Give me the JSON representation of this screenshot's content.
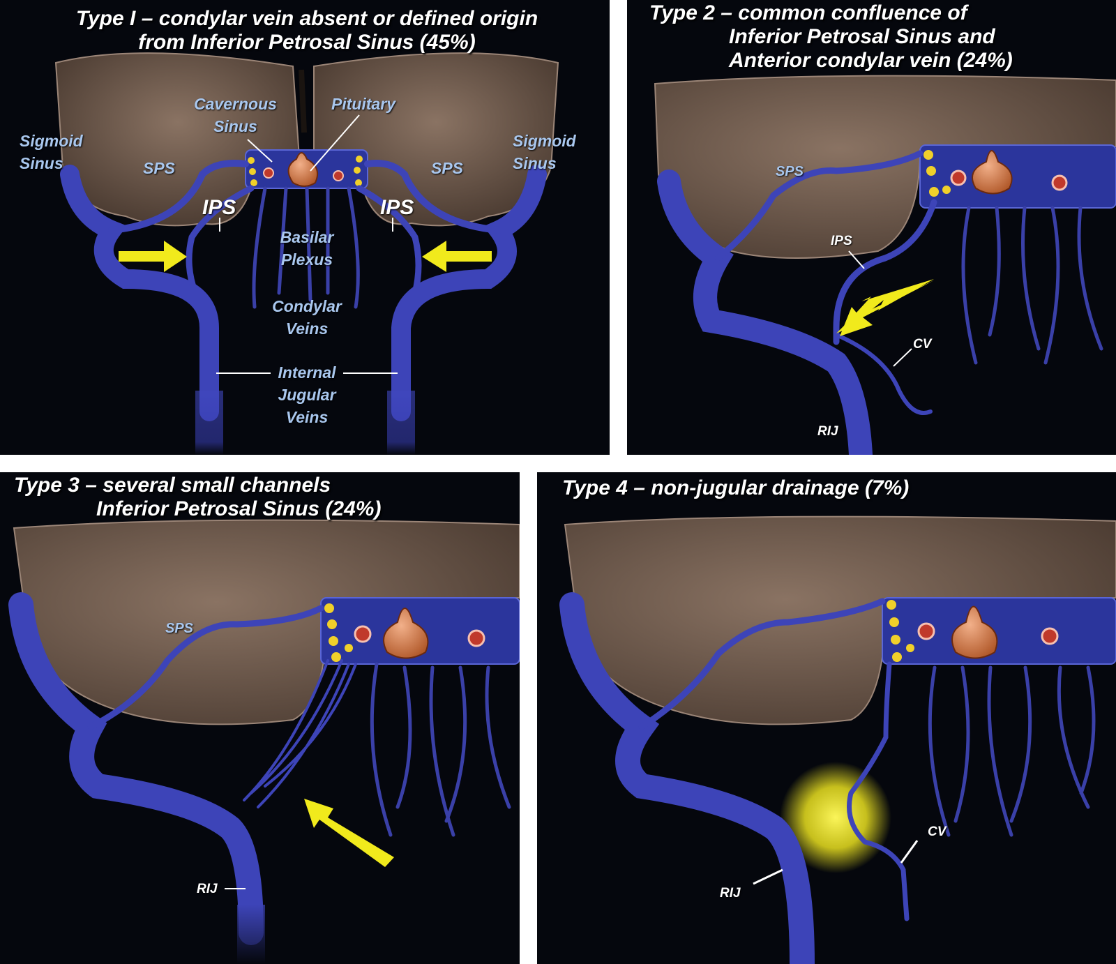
{
  "colors": {
    "background": "#05070d",
    "vein": "#3d44b8",
    "vein_highlight": "#7a86e8",
    "brain": "#6b5648",
    "pituitary": "#d9804f",
    "arrow": "#f1ea1c",
    "label_blue": "#a9c7ee"
  },
  "panel1": {
    "title_line1": "Type I – condylar vein absent or defined origin",
    "title_line2": "from Inferior Petrosal Sinus (45%)",
    "sigmoid_left_1": "Sigmoid",
    "sigmoid_left_2": "Sinus",
    "sigmoid_right_1": "Sigmoid",
    "sigmoid_right_2": "Sinus",
    "sps_left": "SPS",
    "sps_right": "SPS",
    "ips_left": "IPS",
    "ips_right": "IPS",
    "cavernous_1": "Cavernous",
    "cavernous_2": "Sinus",
    "pituitary": "Pituitary",
    "basilar_1": "Basilar",
    "basilar_2": "Plexus",
    "condylar_1": "Condylar",
    "condylar_2": "Veins",
    "jugular_1": "Internal",
    "jugular_2": "Jugular",
    "jugular_3": "Veins"
  },
  "panel2": {
    "title_line1": "Type 2 – common confluence of",
    "title_line2": "Inferior Petrosal Sinus and",
    "title_line3": "Anterior condylar vein (24%)",
    "sps": "SPS",
    "ips": "IPS",
    "cv": "CV",
    "rij": "RIJ"
  },
  "panel3": {
    "title_line1": "Type 3 – several small channels",
    "title_line2": "Inferior Petrosal Sinus (24%)",
    "sps": "SPS",
    "rij": "RIJ"
  },
  "panel4": {
    "title_line1": "Type 4 – non-jugular drainage (7%)",
    "cv": "CV",
    "rij": "RIJ"
  }
}
